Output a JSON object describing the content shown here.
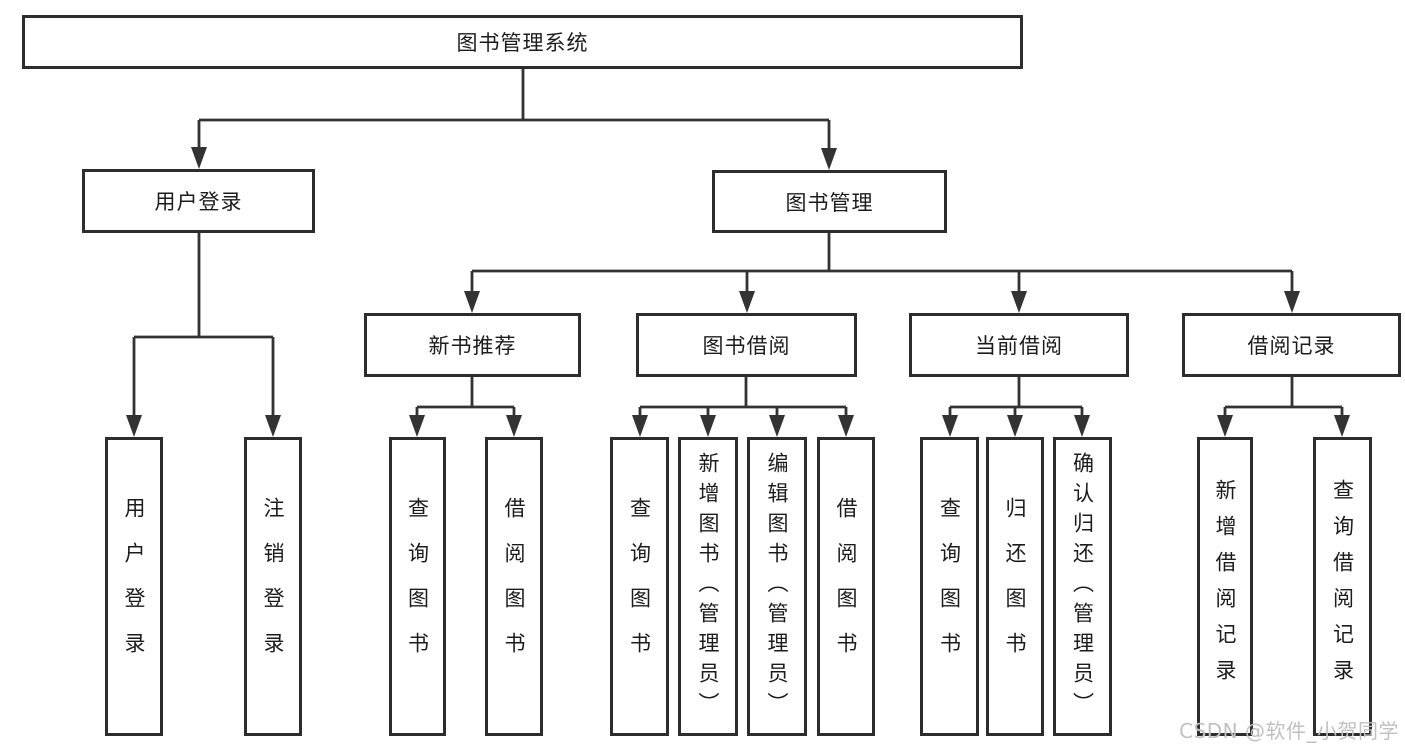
{
  "diagram": {
    "root": {
      "label": "图书管理系统"
    },
    "level2": [
      {
        "label": "用户登录"
      },
      {
        "label": "图书管理"
      }
    ],
    "level3": [
      {
        "label": "新书推荐"
      },
      {
        "label": "图书借阅"
      },
      {
        "label": "当前借阅"
      },
      {
        "label": "借阅记录"
      }
    ],
    "leaves": {
      "user_login": [
        "用户登录",
        "注销登录"
      ],
      "new_books": [
        "查询图书",
        "借阅图书"
      ],
      "book_borrow": [
        "查询图书",
        "新增图书（管理员）",
        "编辑图书（管理员）",
        "借阅图书"
      ],
      "current_borrow": [
        "查询图书",
        "归还图书",
        "确认归还（管理员）"
      ],
      "borrow_records": [
        "新增借阅记录",
        "查询借阅记录"
      ]
    }
  },
  "watermark": {
    "text": "CSDN @软件_小贺同学"
  },
  "colors": {
    "line": "#333333",
    "box_border": "#2d2d2d",
    "text": "#1c1c1c",
    "watermark": "#c0c0c0"
  }
}
